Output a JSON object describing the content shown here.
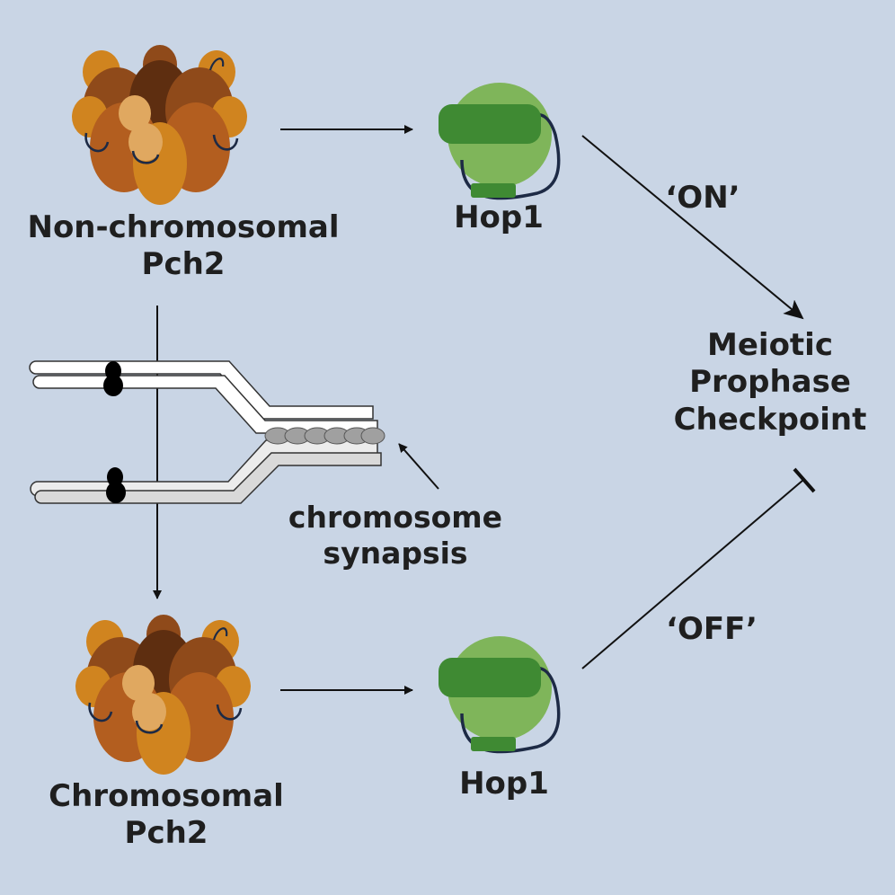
{
  "labels": {
    "non_chromosomal_line1": "Non-chromosomal",
    "non_chromosomal_line2": "Pch2",
    "chromosomal_line1": "Chromosomal",
    "chromosomal_line2": "Pch2",
    "hop1_top": "Hop1",
    "hop1_bottom": "Hop1",
    "on": "‘ON’",
    "off": "‘OFF’",
    "checkpoint_line1": "Meiotic",
    "checkpoint_line2": "Prophase",
    "checkpoint_line3": "Checkpoint",
    "synapsis_line1": "chromosome",
    "synapsis_line2": "synapsis"
  },
  "colors": {
    "background": "#c9d5e5",
    "pch2_dark": "#5e2e10",
    "pch2_brown": "#8f4a1a",
    "pch2_mid": "#b35e1f",
    "pch2_orange": "#d0841f",
    "pch2_light": "#e0a860",
    "hop1_light_green": "#7fb55a",
    "hop1_dark_green": "#3f8a33",
    "linker_navy": "#1d2a45",
    "arrow": "#111111"
  }
}
